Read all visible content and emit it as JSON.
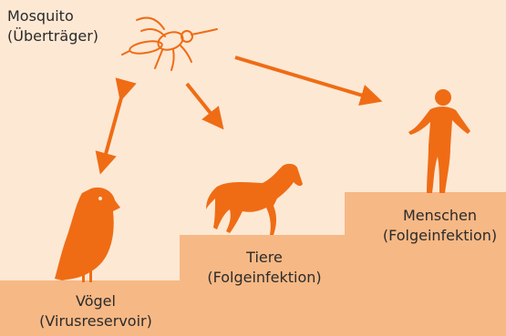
{
  "mosquito": {
    "line1": "Mosquito",
    "line2": "(Überträger)"
  },
  "birds": {
    "line1": "Vögel",
    "line2": "(Virusreservoir)"
  },
  "animals": {
    "line1": "Tiere",
    "line2": "(Folgeinfektion)"
  },
  "humans": {
    "line1": "Menschen",
    "line2": "(Folgeinfektion)"
  },
  "colors": {
    "background": "#fde8d4",
    "steps": "#f6b885",
    "accent": "#ef6c15"
  },
  "icons": [
    "mosquito-icon",
    "bird-icon",
    "horse-icon",
    "human-icon"
  ]
}
